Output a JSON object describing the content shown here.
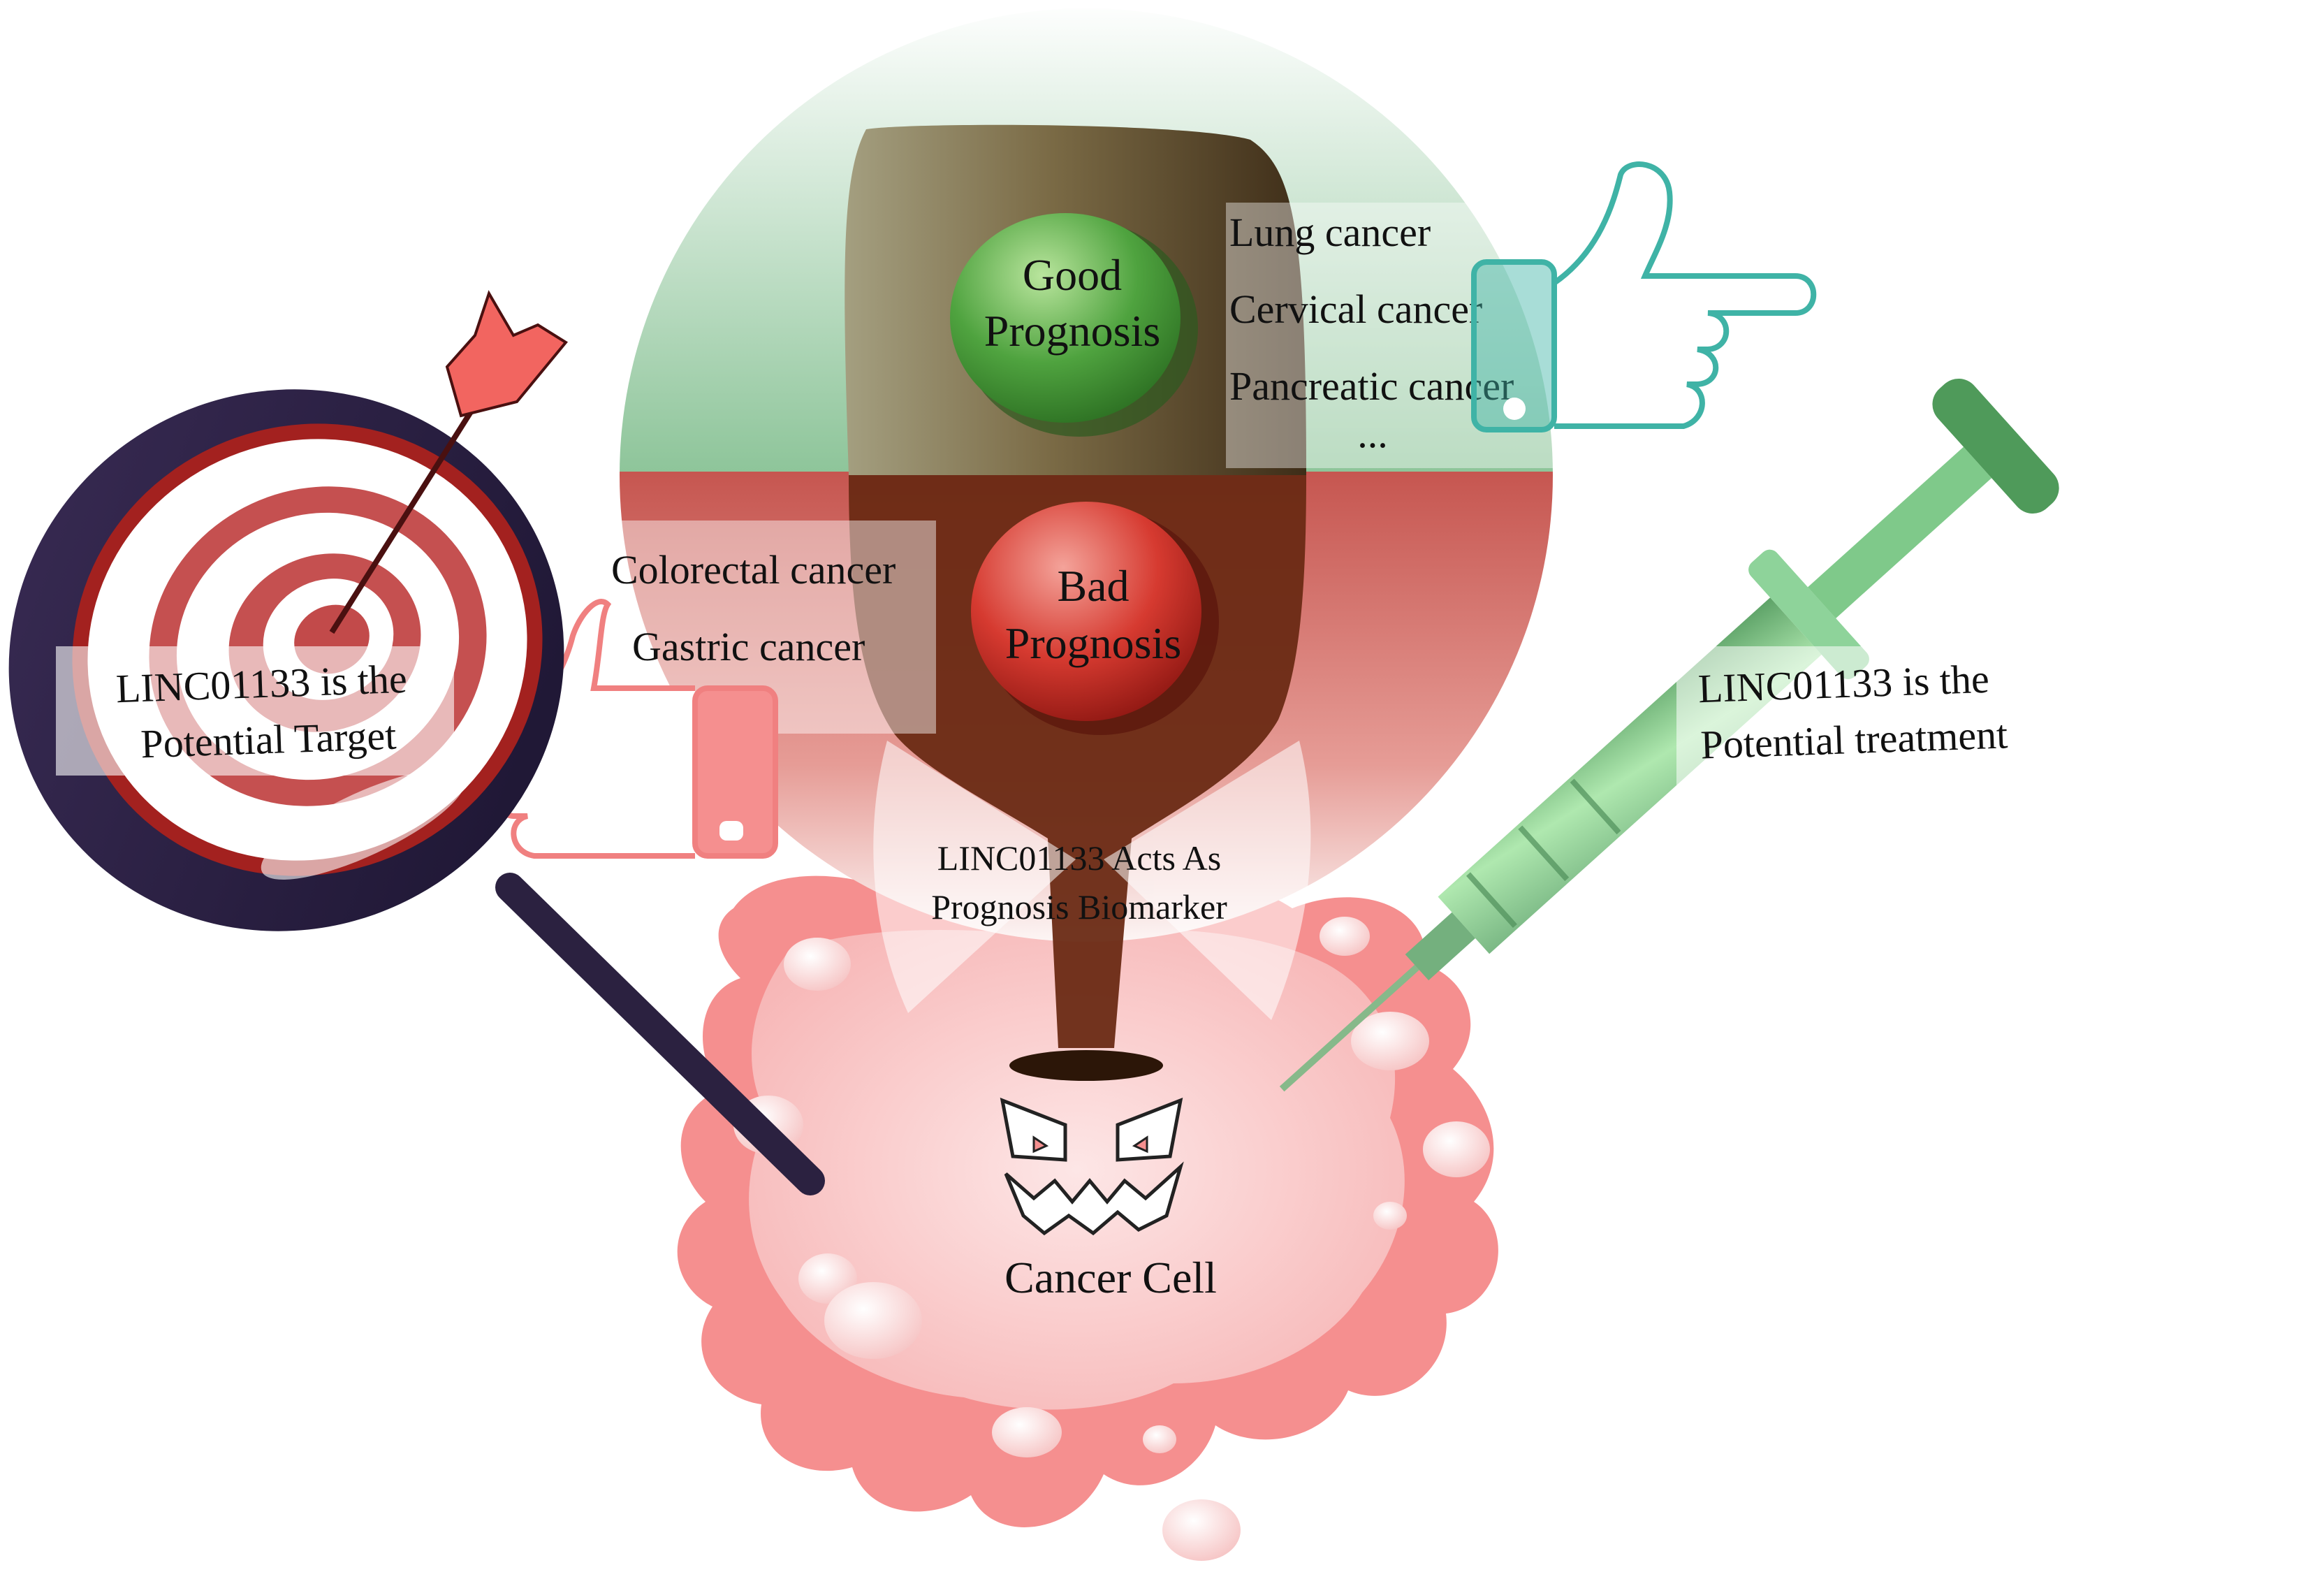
{
  "prognosis": {
    "good_line1": "Good",
    "good_line2": "Prognosis",
    "bad_line1": "Bad",
    "bad_line2": "Prognosis"
  },
  "good_prognosis_cancers": [
    "Lung cancer",
    "Cervical cancer",
    "Pancreatic cancer",
    "..."
  ],
  "bad_prognosis_cancers": [
    "Colorectal cancer",
    "Gastric cancer",
    "..."
  ],
  "target": {
    "line1": "LINC01133 is the",
    "line2": "Potential Target"
  },
  "treatment": {
    "line1": "LINC01133 is the",
    "line2": "Potential treatment"
  },
  "biomarker": {
    "line1": "LINC01133 Acts As",
    "line2": "Prognosis Biomarker"
  },
  "cell_label": "Cancer Cell",
  "colors": {
    "good_green": "#3f9a3a",
    "bad_red": "#c8342c",
    "cell_pink": "#f58f8f",
    "cell_inner": "#fbd4d4",
    "syringe_green": "#7fc98a",
    "teal_hand": "#3fb3a6",
    "target_dark": "#2b2140",
    "target_red": "#a3211f"
  },
  "icons": [
    "magnifier-target-icon",
    "arrow-flag-icon",
    "pointing-hand-icon",
    "syringe-icon",
    "funnel-icon",
    "cancer-cell-icon"
  ]
}
